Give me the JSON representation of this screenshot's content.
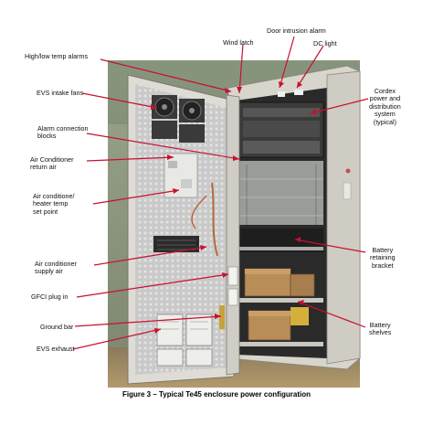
{
  "figure": {
    "caption": "Figure 3 – Typical Te45 enclosure power configuration"
  },
  "labels": {
    "door_intrusion_alarm": "Door intrusion alarm",
    "wind_latch": "Wind latch",
    "dc_light": "DC light",
    "high_low_temp_alarms": "High/low temp alarms",
    "evs_intake_fans": "EVS intake fans",
    "cordex": [
      "Cordex",
      "power and",
      "distribution",
      "system",
      "(typical)"
    ],
    "alarm_connection_blocks": [
      "Alarm connection",
      "blocks"
    ],
    "air_conditioner_return_air": [
      "Air Conditioner",
      "return air"
    ],
    "air_conditioner_heater_setpoint": [
      "Air conditione/",
      "heater temp",
      "set point"
    ],
    "battery_retaining_bracket": [
      "Battery",
      "retaining",
      "bracket"
    ],
    "air_conditioner_supply_air": [
      "Air conditioner",
      "supply air"
    ],
    "gfci_plug_in": "GFCI plug in",
    "ground_bar": "Ground bar",
    "battery_shelves": [
      "Battery",
      "shelves"
    ],
    "evs_exhaust": "EVS exhaust"
  }
}
